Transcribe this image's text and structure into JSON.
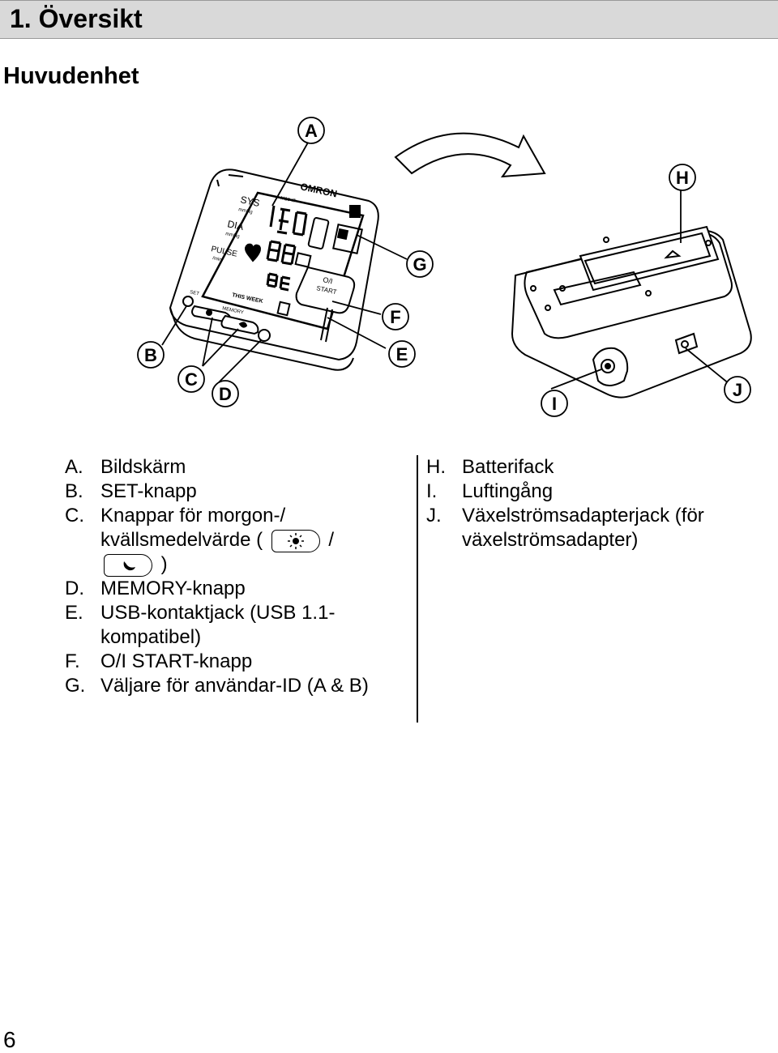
{
  "header": {
    "title": "1. Översikt"
  },
  "subheading": "Huvudenhet",
  "callouts": [
    "A",
    "B",
    "C",
    "D",
    "E",
    "F",
    "G",
    "H",
    "I",
    "J"
  ],
  "device": {
    "brand": "OMRON",
    "model": "M10-IT",
    "labels": {
      "sys": "SYS",
      "dia": "DIA",
      "pulse": "PULSE",
      "mmhg": "mmHg",
      "min": "/min",
      "set": "SET",
      "this_week": "THIS WEEK",
      "memory": "MEMORY",
      "start_line1": "O/I",
      "start_line2": "START"
    },
    "display": {
      "sys": "140",
      "dia": "88",
      "pulse": "86"
    }
  },
  "legend_left": [
    {
      "label": "A.",
      "text": "Bildskärm"
    },
    {
      "label": "B.",
      "text": "SET-knapp"
    },
    {
      "label": "C.",
      "text": "Knappar för morgon-/ kvällsmedelvärde (",
      "suffix_mid": "/",
      "suffix_end": ")"
    },
    {
      "label": "D.",
      "text": "MEMORY-knapp"
    },
    {
      "label": "E.",
      "text": "USB-kontaktjack (USB 1.1-kompatibel)"
    },
    {
      "label": "F.",
      "text": "O/I START-knapp"
    },
    {
      "label": "G.",
      "text": "Väljare för användar-ID (A & B)"
    }
  ],
  "legend_right": [
    {
      "label": "H.",
      "text": "Batterifack"
    },
    {
      "label": "I.",
      "text": "Luftingång"
    },
    {
      "label": "J.",
      "text": "Växelströmsadapterjack (för växelströmsadapter)"
    }
  ],
  "icons": {
    "morning": "sun-icon",
    "evening": "moon-icon"
  },
  "page_number": "6"
}
